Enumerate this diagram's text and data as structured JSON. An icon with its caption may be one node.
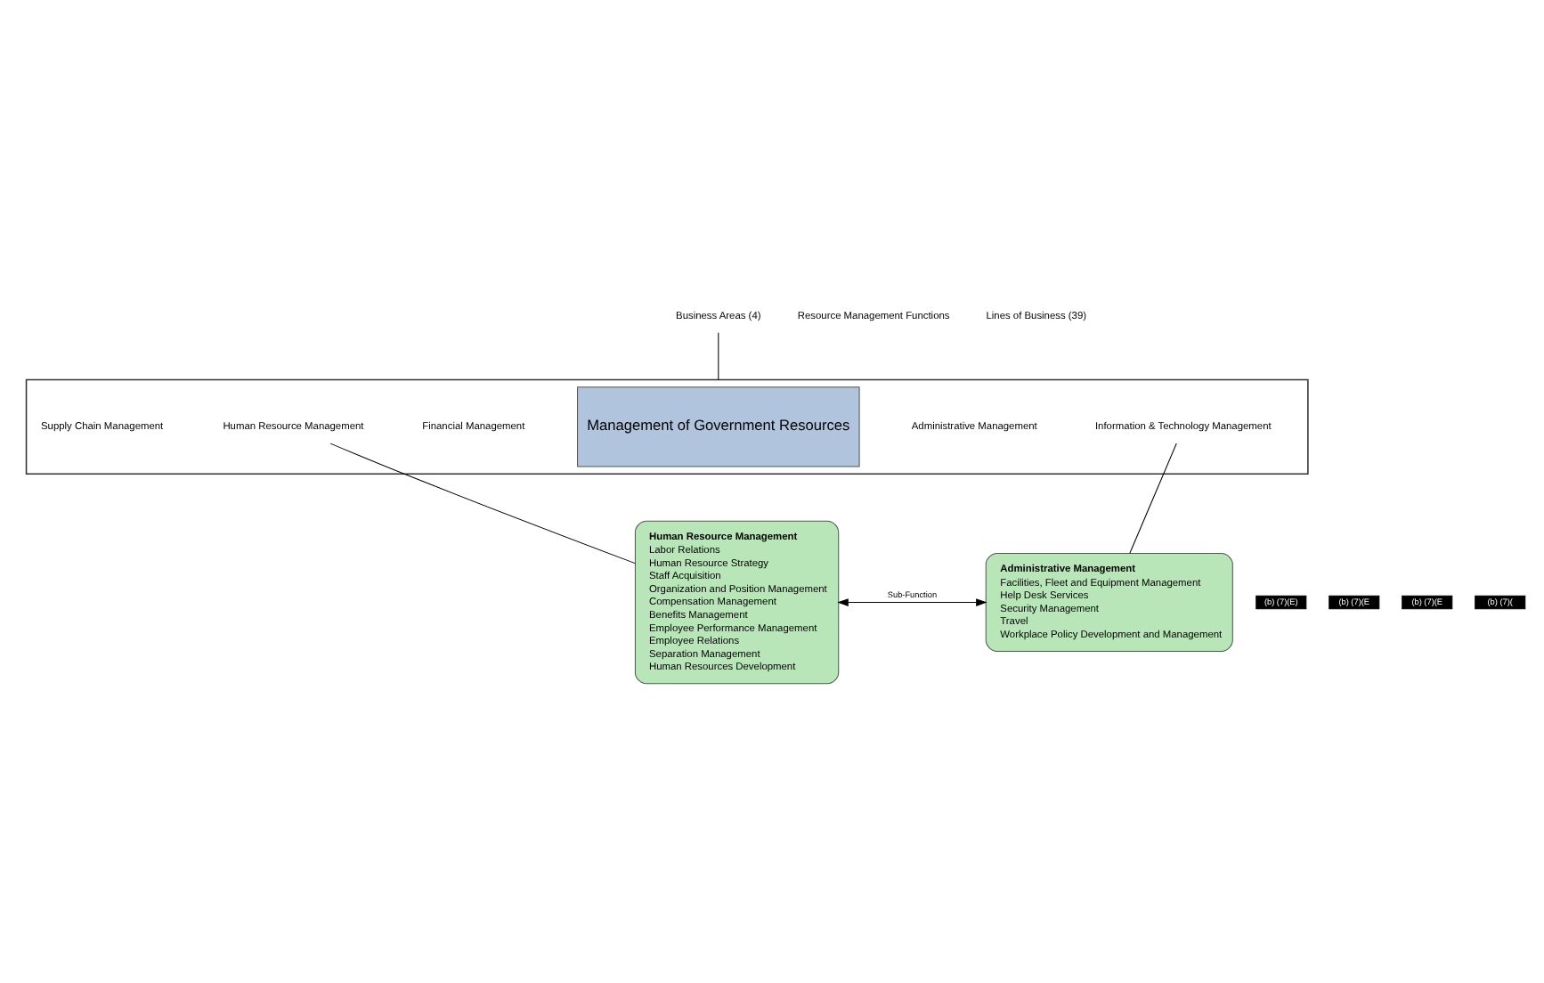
{
  "diagram": {
    "nodes": [
      {
        "text": [],
        "shape": "box"
      },
      {
        "text": [
          "Supply Chain Management"
        ],
        "in": 0
      },
      {
        "text": [
          "Human Resource Management"
        ],
        "in": 0
      },
      {
        "text": [
          "Financial Management"
        ],
        "in": 0
      },
      {
        "text": [
          "Management of Government Resources"
        ],
        "in": 0
      },
      {
        "text": [
          "Administrative Management"
        ],
        "in": 0
      },
      {
        "text": [
          "Information & Technology Management"
        ],
        "in": 0
      },
      {
        "text": [
          "Business Areas (4)"
        ]
      },
      {
        "text": [
          "Human Resource Management",
          "Labor Relations",
          "Human Resource Strategy",
          "Staff Acquisition",
          "Organization and Position Management",
          "Compensation Management",
          "Benefits Management",
          "Employee Performance Management",
          "Employee Relations",
          "Separation Management",
          "Human Resources Development"
        ]
      },
      {
        "text": [
          "Administrative Management",
          "Facilities, Fleet and Equipment Management",
          "Help Desk Services",
          "Security Management",
          "Travel",
          "Workplace Policy Development and Management"
        ]
      }
    ],
    "edges": [
      {
        "from": 7,
        "to": 0,
        "arrow": "none"
      },
      {
        "from": 2,
        "to": 8,
        "arrow": "none"
      },
      {
        "from": 6,
        "to": 9,
        "arrow": "none"
      },
      {
        "from": 8,
        "to": 9,
        "arrow": "both",
        "label": "Sub-Function"
      }
    ],
    "labels": [
      "Resource Management Functions",
      "Lines of Business (39)",
      "(b) (7)(E)",
      "(b) (7)(E",
      "(b) (7)(E",
      "(b) (7)("
    ]
  }
}
